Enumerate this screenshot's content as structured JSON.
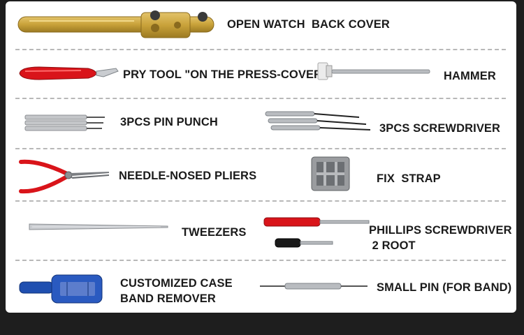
{
  "items": [
    {
      "name": "open-watch-back-cover",
      "label": "OPEN WATCH  BACK COVER"
    },
    {
      "name": "pry-tool",
      "label": "PRY TOOL \"ON THE PRESS-COVER\""
    },
    {
      "name": "hammer",
      "label": "HAMMER"
    },
    {
      "name": "pin-punch",
      "label": "3PCS PIN PUNCH"
    },
    {
      "name": "screwdriver",
      "label": "3PCS SCREWDRIVER"
    },
    {
      "name": "pliers",
      "label": "NEEDLE-NOSED PLIERS"
    },
    {
      "name": "fix-strap",
      "label": "FIX  STRAP"
    },
    {
      "name": "tweezers",
      "label": "TWEEZERS"
    },
    {
      "name": "phillips",
      "label_line1": "PHILLIPS SCREWDRIVER",
      "label_line2": " 2 ROOT"
    },
    {
      "name": "band-remover",
      "label_line1": "CUSTOMIZED CASE",
      "label_line2": "BAND REMOVER"
    },
    {
      "name": "small-pin",
      "label": "SMALL PIN (FOR BAND)"
    }
  ],
  "colors": {
    "background": "#1e1e1e",
    "panel": "#ffffff",
    "divider": "#b8b8b8",
    "text": "#1a1a1a",
    "brass": "#c9a23a",
    "red": "#d9141a",
    "blue": "#1f4fb0",
    "steel": "#b9bcc0"
  }
}
